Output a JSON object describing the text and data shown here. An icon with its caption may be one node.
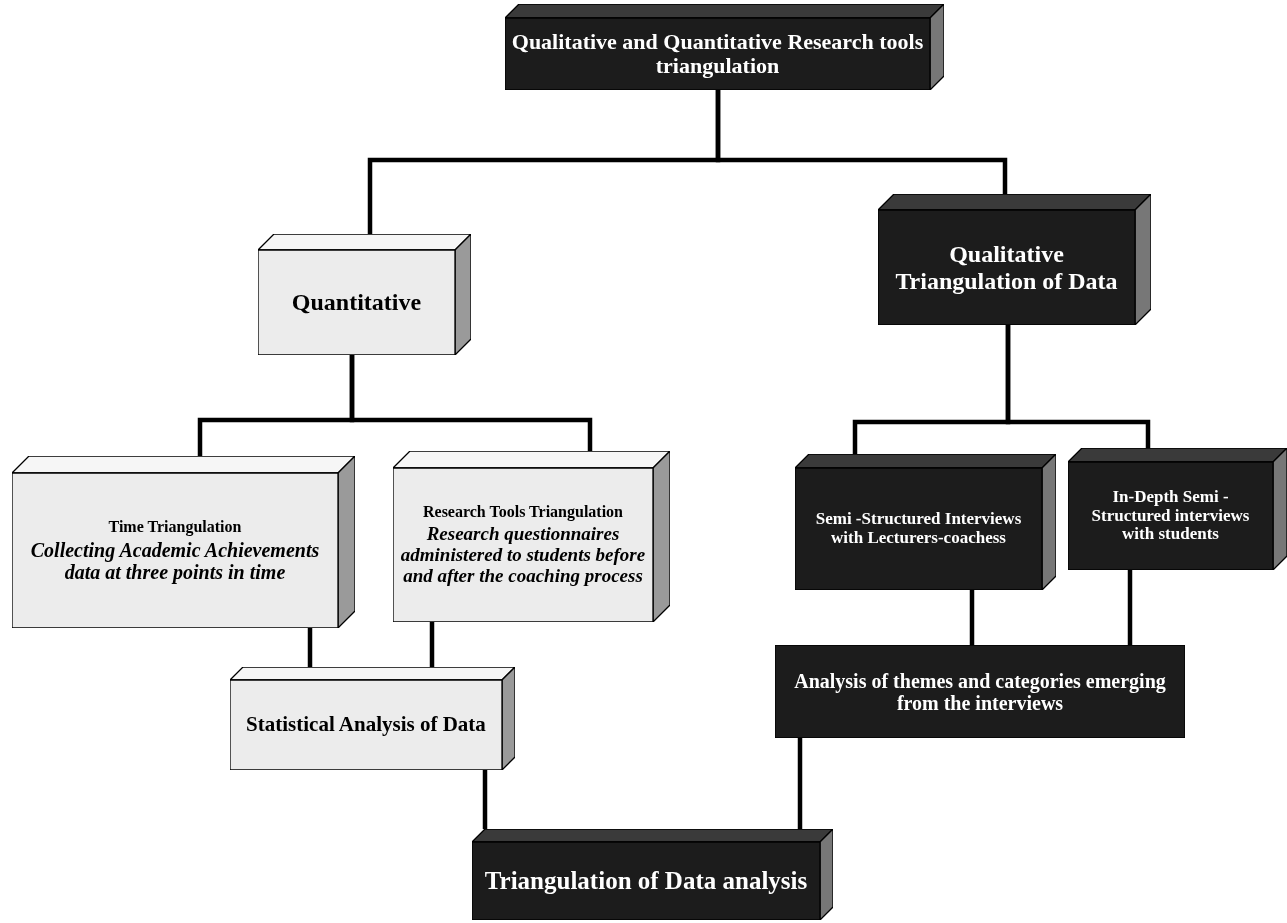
{
  "diagram": {
    "nodes": [
      {
        "text": [
          "Qualitative and Quantitative Research tools triangulation"
        ]
      },
      {
        "text": [
          "Quantitative"
        ]
      },
      {
        "text": [
          "Qualitative Triangulation of Data"
        ]
      },
      {
        "text": [
          "Time Triangulation",
          "Collecting Academic Achievements data at three points in time"
        ]
      },
      {
        "text": [
          "Research Tools Triangulation",
          "Research questionnaires administered to students before and after the coaching process"
        ]
      },
      {
        "text": [
          "Semi -Structured Interviews with Lecturers-coachess"
        ]
      },
      {
        "text": [
          "In-Depth Semi -Structured interviews with students"
        ]
      },
      {
        "text": [
          "Statistical Analysis of Data"
        ]
      },
      {
        "text": [
          "Analysis of themes and categories emerging from the interviews"
        ]
      },
      {
        "text": [
          "Triangulation of Data analysis"
        ]
      }
    ],
    "edges": [
      {
        "from": 0,
        "to": 1,
        "arrow": "none"
      },
      {
        "from": 0,
        "to": 2,
        "arrow": "none"
      },
      {
        "from": 1,
        "to": 3,
        "arrow": "none"
      },
      {
        "from": 1,
        "to": 4,
        "arrow": "none"
      },
      {
        "from": 2,
        "to": 5,
        "arrow": "none"
      },
      {
        "from": 2,
        "to": 6,
        "arrow": "none"
      },
      {
        "from": 3,
        "to": 7,
        "arrow": "none"
      },
      {
        "from": 4,
        "to": 7,
        "arrow": "none"
      },
      {
        "from": 5,
        "to": 8,
        "arrow": "none"
      },
      {
        "from": 6,
        "to": 8,
        "arrow": "none"
      },
      {
        "from": 7,
        "to": 9,
        "arrow": "none"
      },
      {
        "from": 8,
        "to": 9,
        "arrow": "none"
      }
    ]
  }
}
